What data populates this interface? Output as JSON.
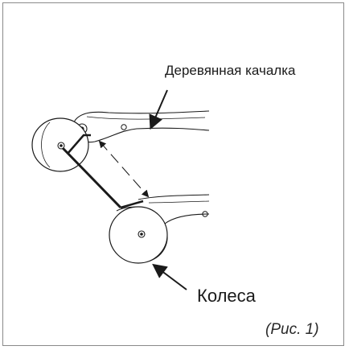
{
  "labels": {
    "rocker": "Деревянная качалка",
    "wheels": "Колеса",
    "figure": "(Рис. 1)"
  },
  "colors": {
    "stroke": "#1a1a1a",
    "frame": "#8a8a8a",
    "background": "#ffffff"
  }
}
